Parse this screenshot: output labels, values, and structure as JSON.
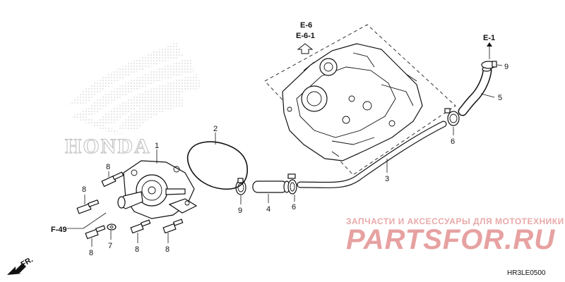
{
  "diagram": {
    "brand_text": "HONDA",
    "refs": {
      "e6": "E-6",
      "e61": "E-6-1",
      "e1": "E-1",
      "f49": "F-49",
      "fr": "FR."
    },
    "callouts": [
      {
        "id": "c1",
        "label": "1"
      },
      {
        "id": "c2",
        "label": "2"
      },
      {
        "id": "c3",
        "label": "3"
      },
      {
        "id": "c4",
        "label": "4"
      },
      {
        "id": "c5",
        "label": "5"
      },
      {
        "id": "c6a",
        "label": "6"
      },
      {
        "id": "c6b",
        "label": "6"
      },
      {
        "id": "c7",
        "label": "7"
      },
      {
        "id": "c8a",
        "label": "8"
      },
      {
        "id": "c8b",
        "label": "8"
      },
      {
        "id": "c8c",
        "label": "8"
      },
      {
        "id": "c8d",
        "label": "8"
      },
      {
        "id": "c8e",
        "label": "8"
      },
      {
        "id": "c9a",
        "label": "9"
      },
      {
        "id": "c9b",
        "label": "9"
      }
    ],
    "watermark": {
      "title": "ЗАПЧАСТИ И АКСЕССУАРЫ ДЛЯ МОТОТЕХНИКИ",
      "domain": "PARTSFOR.RU"
    },
    "diagram_code": "HR3LE0500"
  }
}
